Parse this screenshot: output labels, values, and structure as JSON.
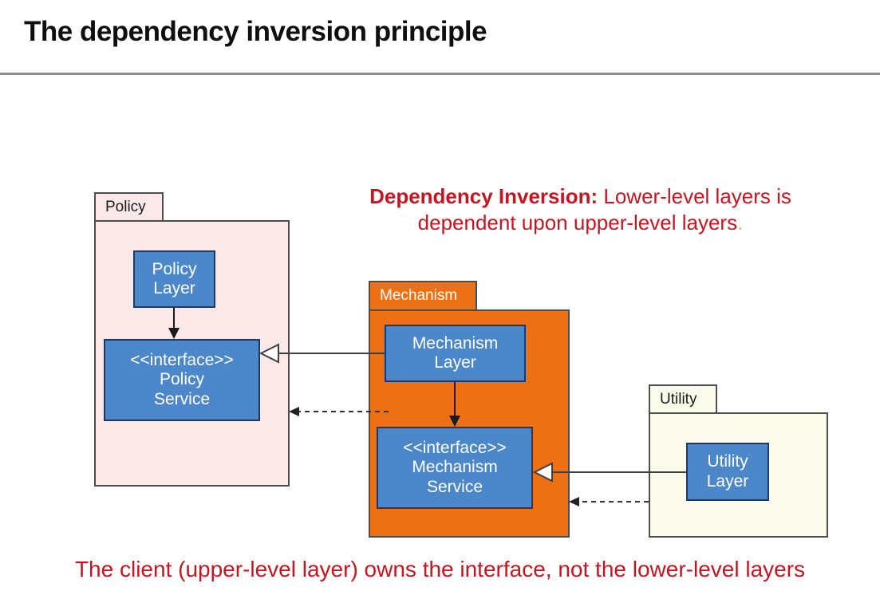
{
  "slide": {
    "title": "The dependency inversion principle",
    "heading": {
      "bold": "Dependency Inversion:",
      "rest": " Lower-level layers is",
      "line2": "dependent upon upper-level layers",
      "period": "."
    },
    "caption": "The client (upper-level layer) owns the interface, not the lower-level layers"
  },
  "colors": {
    "red_text": "#c31622",
    "period_yellow": "#e2bf45",
    "policy_pink": "#fbe9ea",
    "mechanism_orange": "#ed7014",
    "utility_cream": "#fbfbec",
    "node_blue": "#4c87c9",
    "node_border": "#1f3864",
    "rule_gray": "#8f8f8f"
  },
  "diagram": {
    "packages": [
      {
        "id": "policy",
        "label": "Policy"
      },
      {
        "id": "mechanism",
        "label": "Mechanism"
      },
      {
        "id": "utility",
        "label": "Utility"
      }
    ],
    "nodes": [
      {
        "id": "policy-layer",
        "package": "policy",
        "lines": [
          "Policy",
          "Layer"
        ]
      },
      {
        "id": "policy-service",
        "package": "policy",
        "lines": [
          "<<interface>>",
          "Policy",
          "Service"
        ]
      },
      {
        "id": "mechanism-layer",
        "package": "mechanism",
        "lines": [
          "Mechanism",
          "Layer"
        ]
      },
      {
        "id": "mechanism-service",
        "package": "mechanism",
        "lines": [
          "<<interface>>",
          "Mechanism",
          "Service"
        ]
      },
      {
        "id": "utility-layer",
        "package": "utility",
        "lines": [
          "Utility",
          "Layer"
        ]
      }
    ],
    "edges": [
      {
        "from": "policy-layer",
        "to": "policy-service",
        "type": "solid-arrow"
      },
      {
        "from": "mechanism-layer",
        "to": "mechanism-service",
        "type": "solid-arrow"
      },
      {
        "from": "mechanism-layer",
        "to": "policy-service",
        "type": "realization-hollow-triangle"
      },
      {
        "from": "utility-layer",
        "to": "mechanism-service",
        "type": "realization-hollow-triangle"
      },
      {
        "from": "mechanism",
        "to": "policy",
        "type": "dashed-dependency"
      },
      {
        "from": "utility",
        "to": "mechanism",
        "type": "dashed-dependency"
      }
    ]
  }
}
